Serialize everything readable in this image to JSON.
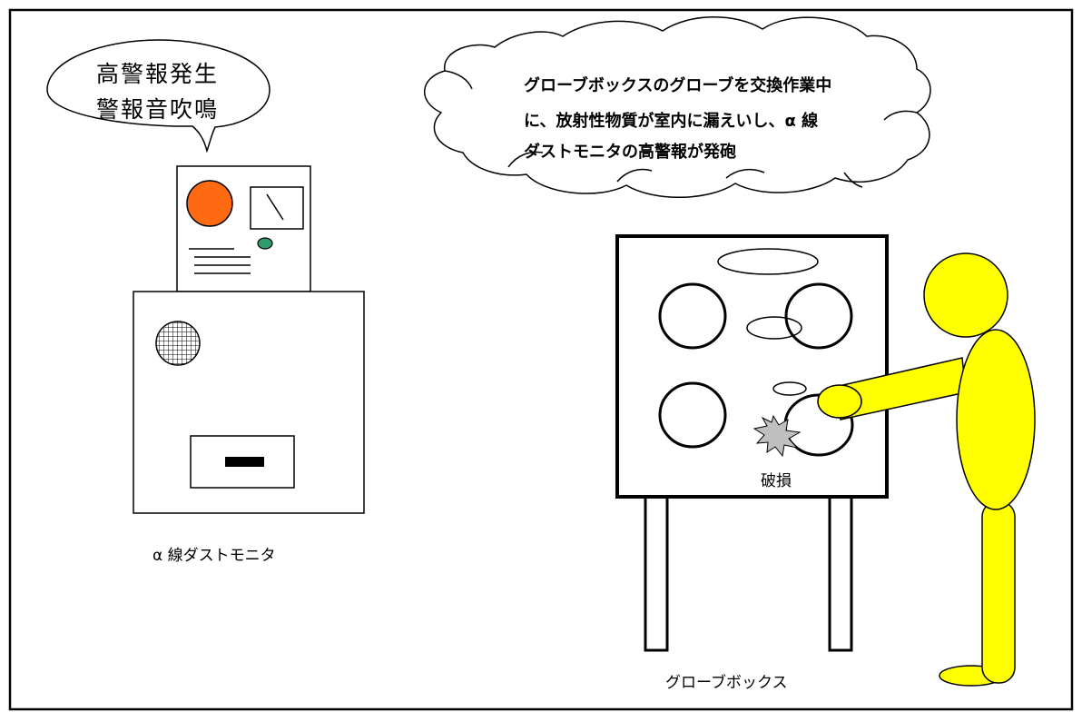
{
  "speech_bubble": {
    "line1": "高警報発生",
    "line2": "警報音吹鳴"
  },
  "cloud": {
    "line1": "グローブボックスのグローブを交換作業中",
    "line2": "に、放射性物質が室内に漏えいし、α 線",
    "line3": "ダストモニタの高警報が発砲"
  },
  "labels": {
    "monitor": "α 線ダストモニタ",
    "damage": "破損",
    "glovebox": "グローブボックス"
  },
  "colors": {
    "alarm_lamp": "#FF6A13",
    "indicator_lamp": "#2E9C6B",
    "worker": "#FFFF00",
    "burst": "#BFBFBF",
    "background": "#FFFFFF",
    "ink": "#000000"
  }
}
